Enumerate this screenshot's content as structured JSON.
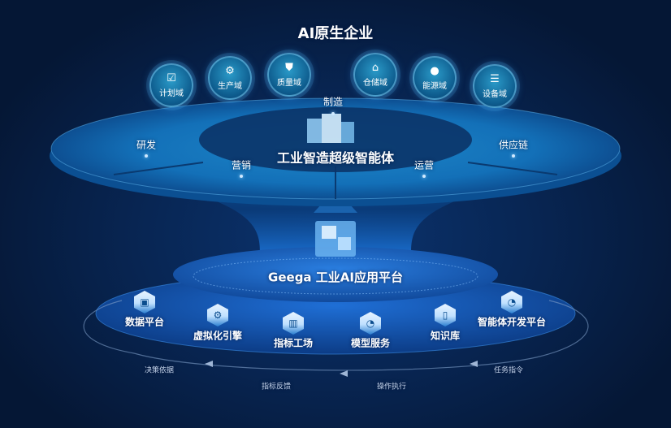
{
  "title": "AI原生企业",
  "domains": [
    {
      "label": "计划域",
      "icon": "clipboard-check-icon",
      "glyph": "☑"
    },
    {
      "label": "生产域",
      "icon": "gear-icon",
      "glyph": "⚙"
    },
    {
      "label": "质量域",
      "icon": "shield-check-icon",
      "glyph": "⛊"
    },
    {
      "label": "仓储域",
      "icon": "warehouse-icon",
      "glyph": "⌂"
    },
    {
      "label": "能源域",
      "icon": "energy-drop-icon",
      "glyph": "●"
    },
    {
      "label": "设备域",
      "icon": "server-icon",
      "glyph": "☰"
    }
  ],
  "super_agent": {
    "title": "工业智造超级智能体",
    "functions": [
      "制造",
      "研发",
      "营销",
      "运营",
      "供应链"
    ]
  },
  "platform": {
    "title": "Geega 工业AI应用平台",
    "modules": [
      {
        "label": "数据平台",
        "icon": "cube-icon",
        "glyph": "▣"
      },
      {
        "label": "虚拟化引擎",
        "icon": "gear-icon",
        "glyph": "⚙"
      },
      {
        "label": "指标工场",
        "icon": "factory-icon",
        "glyph": "▥"
      },
      {
        "label": "模型服务",
        "icon": "pie-chart-icon",
        "glyph": "◔"
      },
      {
        "label": "知识库",
        "icon": "book-icon",
        "glyph": "▯"
      },
      {
        "label": "智能体开发平台",
        "icon": "pie-chart-icon",
        "glyph": "◔"
      }
    ]
  },
  "flow": [
    "决策依据",
    "指标反馈",
    "操作执行",
    "任务指令"
  ]
}
